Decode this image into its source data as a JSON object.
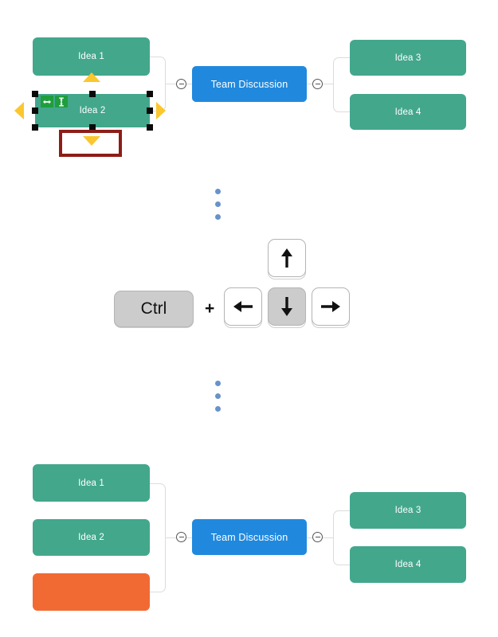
{
  "diagram_top": {
    "name": "mindmap-before-move",
    "center_node": {
      "label": "Team Discussion",
      "color": "#2089de"
    },
    "left_children": [
      {
        "label": "Idea 1",
        "color": "#43a78c",
        "selected": false
      },
      {
        "label": "Idea 2",
        "color": "#43a78c",
        "selected": true
      }
    ],
    "right_children": [
      {
        "label": "Idea 3",
        "color": "#43a78c"
      },
      {
        "label": "Idea 4",
        "color": "#43a78c"
      }
    ],
    "collapse_icon": "minus-circle-icon",
    "selection": {
      "handle_count": 8,
      "handle_color": "#0a0a0a",
      "nav_arrow_color": "#fcc72e",
      "nav_arrows": [
        "up",
        "down",
        "left",
        "right"
      ],
      "badges": [
        "resize-horizontal-icon",
        "resize-vertical-icon"
      ],
      "badge_color": "#1f9e3d",
      "highlight_color": "#8c1d18",
      "highlighted_arrow": "down"
    }
  },
  "separator_top": {
    "name": "ellipsis-separator",
    "dot_count": 3,
    "dot_color": "#6693ca"
  },
  "keyboard": {
    "modifier": {
      "label": "Ctrl",
      "pressed": true
    },
    "plus": "+",
    "keys": [
      {
        "name": "arrow-up-key",
        "glyph": "arrow-up-icon",
        "pressed": false
      },
      {
        "name": "arrow-left-key",
        "glyph": "arrow-left-icon",
        "pressed": false
      },
      {
        "name": "arrow-down-key",
        "glyph": "arrow-down-icon",
        "pressed": true
      },
      {
        "name": "arrow-right-key",
        "glyph": "arrow-right-icon",
        "pressed": false
      }
    ]
  },
  "separator_bottom": {
    "name": "ellipsis-separator",
    "dot_count": 3,
    "dot_color": "#6693ca"
  },
  "diagram_bottom": {
    "name": "mindmap-after-move",
    "center_node": {
      "label": "Team Discussion",
      "color": "#2089de"
    },
    "left_children": [
      {
        "label": "Idea 1",
        "color": "#43a78c"
      },
      {
        "label": "Idea 2",
        "color": "#43a78c"
      },
      {
        "label": "",
        "color": "#f16a33"
      }
    ],
    "right_children": [
      {
        "label": "Idea 3",
        "color": "#43a78c"
      },
      {
        "label": "Idea 4",
        "color": "#43a78c"
      }
    ],
    "collapse_icon": "minus-circle-icon"
  }
}
